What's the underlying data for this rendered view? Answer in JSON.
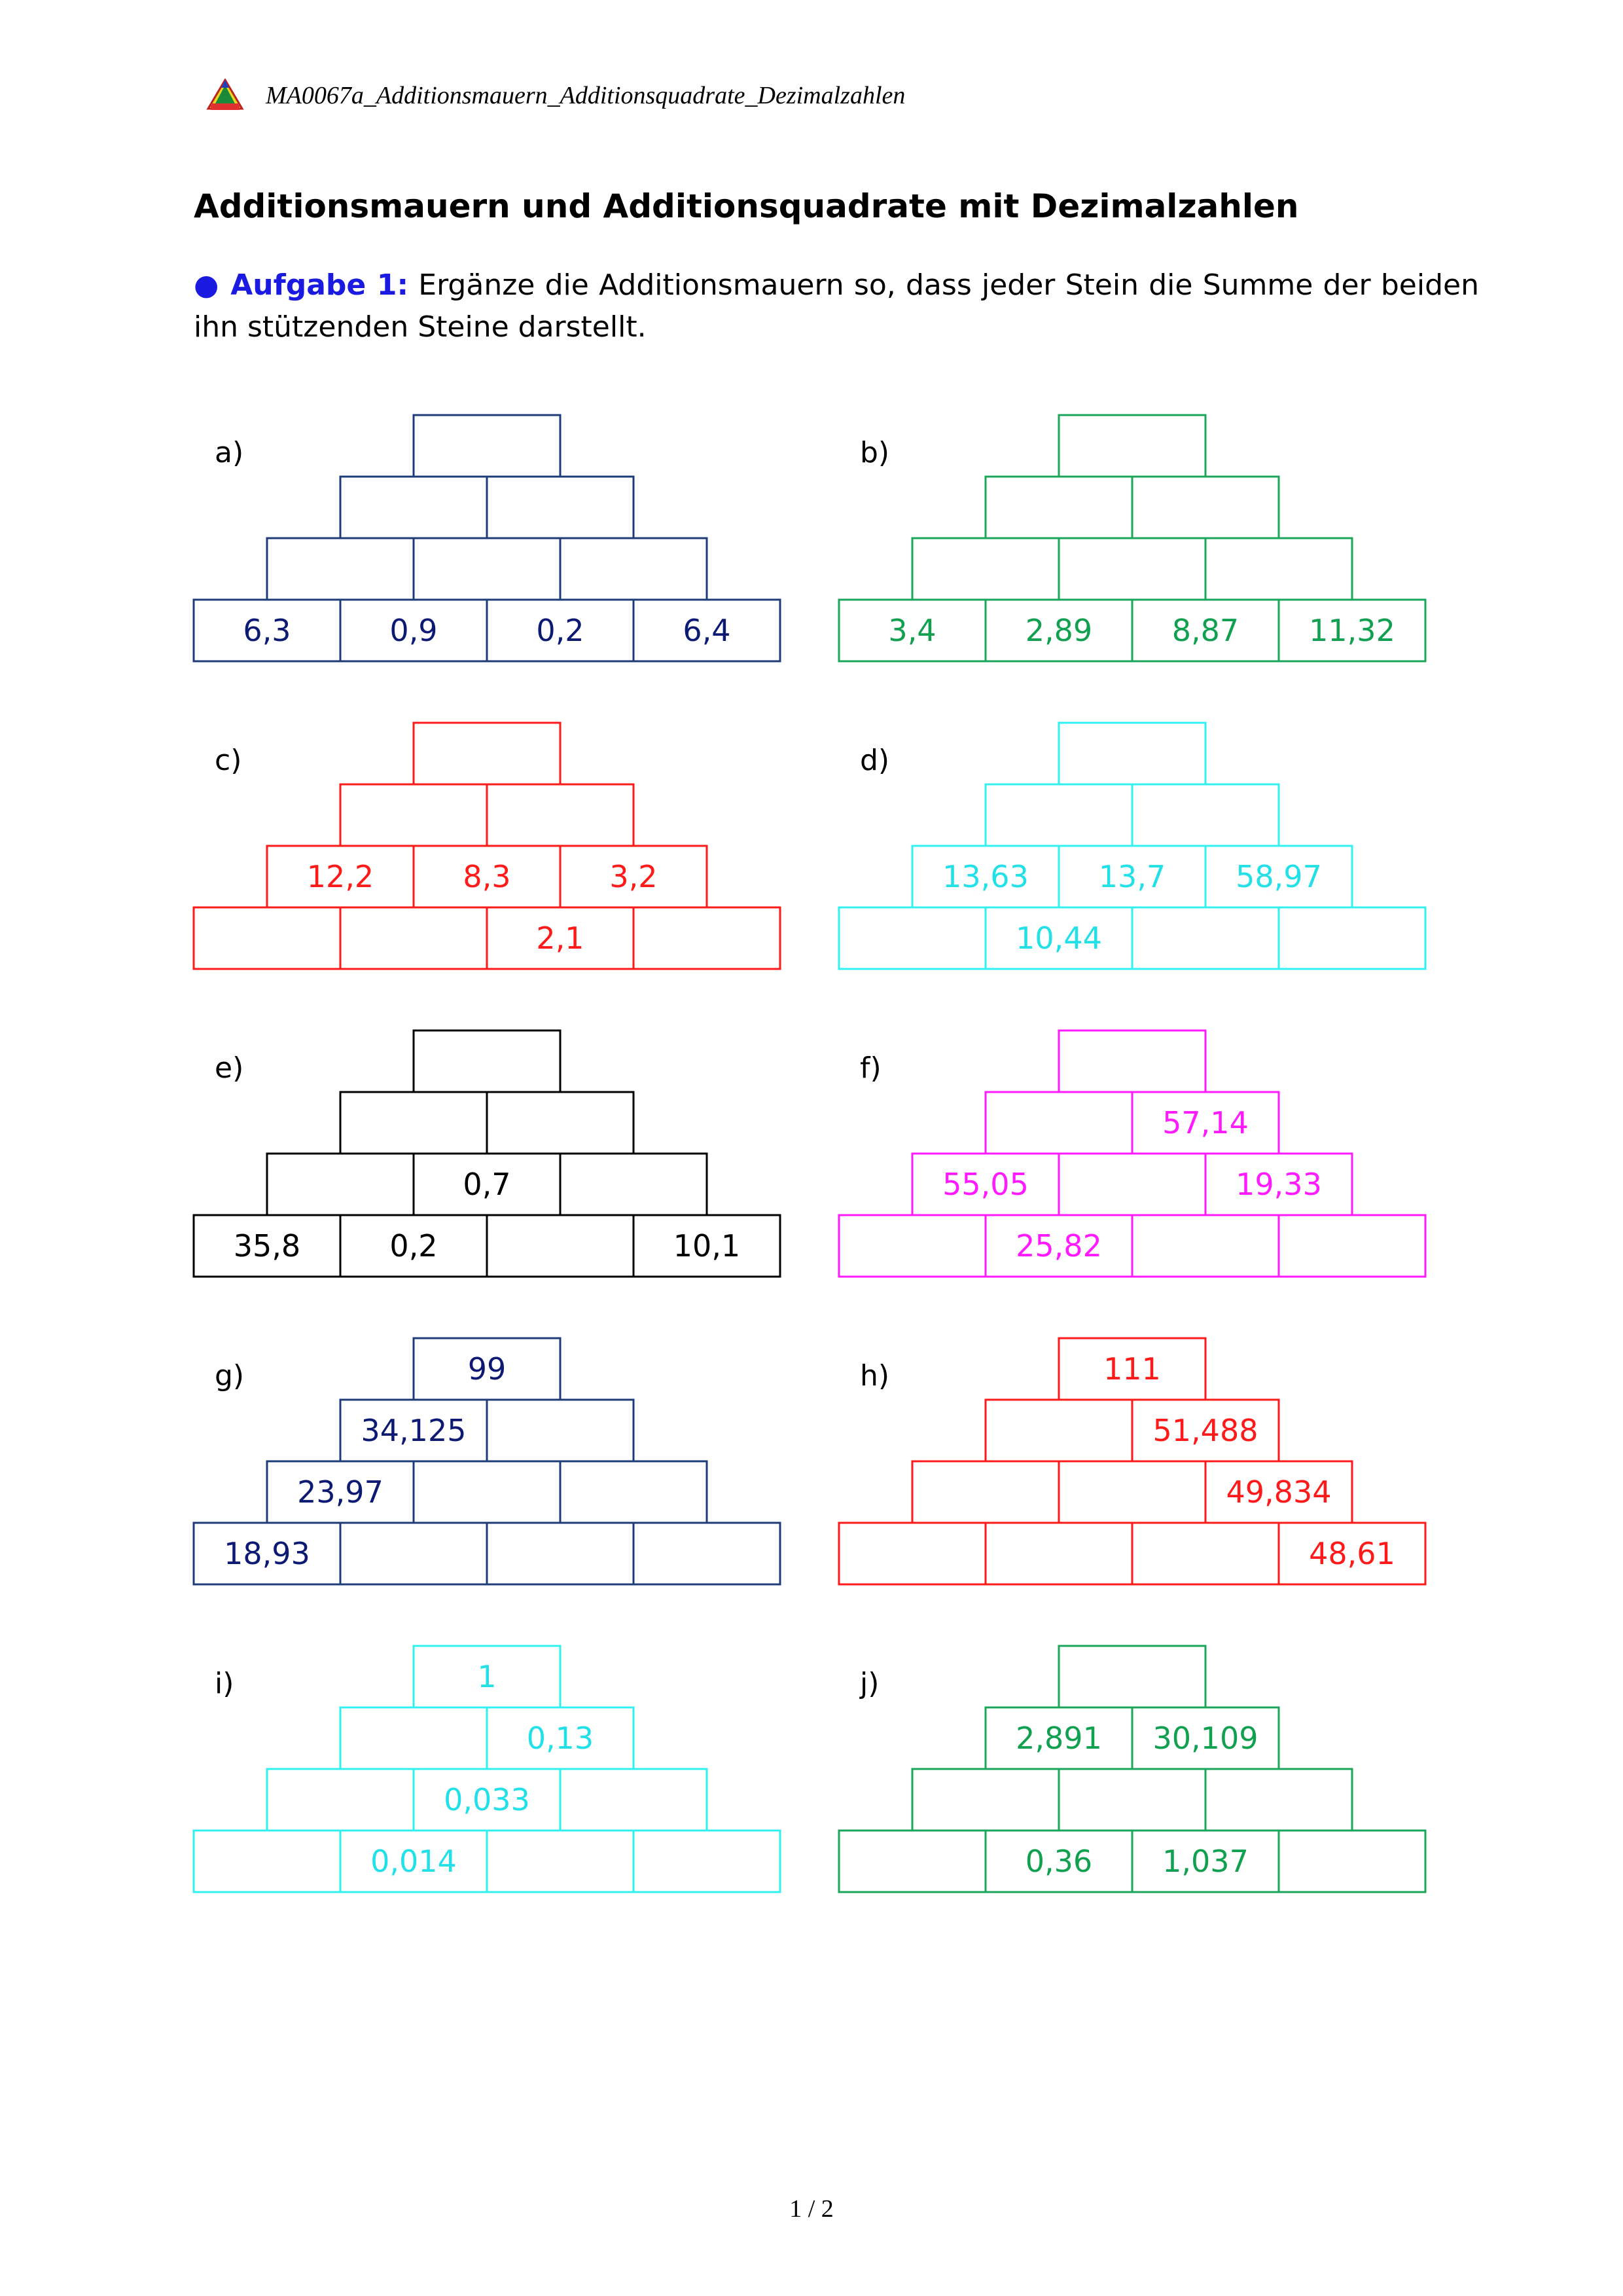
{
  "header": {
    "code": "MA0067a_Additionsmauern_Additionsquadrate_Dezimalzahlen",
    "logo_icon": "pyramid-logo-icon"
  },
  "title": "Additionsmauern und Additionsquadrate mit Dezimalzahlen",
  "task": {
    "label": "● Aufgabe 1:",
    "text": " Ergänze die Additionsmauern so, dass jeder Stein die Summe der beiden ihn stützenden Steine darstellt."
  },
  "walls": [
    {
      "label": "a)",
      "color": "#1f3b78",
      "text_color": "#0d1a73",
      "rows": [
        [
          "6,3",
          "0,9",
          "0,2",
          "6,4"
        ],
        [
          "",
          "",
          ""
        ],
        [
          "",
          ""
        ],
        [
          ""
        ]
      ]
    },
    {
      "label": "b)",
      "color": "#1aa55a",
      "text_color": "#10a050",
      "rows": [
        [
          "3,4",
          "2,89",
          "8,87",
          "11,32"
        ],
        [
          "",
          "",
          ""
        ],
        [
          "",
          ""
        ],
        [
          ""
        ]
      ]
    },
    {
      "label": "c)",
      "color": "#ff1a1a",
      "text_color": "#ff1a1a",
      "rows": [
        [
          "",
          "",
          "2,1",
          ""
        ],
        [
          "12,2",
          "8,3",
          "3,2"
        ],
        [
          "",
          ""
        ],
        [
          ""
        ]
      ]
    },
    {
      "label": "d)",
      "color": "#33f0f0",
      "text_color": "#22e0e8",
      "rows": [
        [
          "",
          "10,44",
          "",
          ""
        ],
        [
          "13,63",
          "13,7",
          "58,97"
        ],
        [
          "",
          ""
        ],
        [
          ""
        ]
      ]
    },
    {
      "label": "e)",
      "color": "#000000",
      "text_color": "#000000",
      "rows": [
        [
          "35,8",
          "0,2",
          "",
          "10,1"
        ],
        [
          "",
          "0,7",
          ""
        ],
        [
          "",
          ""
        ],
        [
          ""
        ]
      ]
    },
    {
      "label": "f)",
      "color": "#ff1aff",
      "text_color": "#ff1aff",
      "rows": [
        [
          "",
          "25,82",
          "",
          ""
        ],
        [
          "55,05",
          "",
          "19,33"
        ],
        [
          "",
          "57,14"
        ],
        [
          ""
        ]
      ]
    },
    {
      "label": "g)",
      "color": "#1f3b78",
      "text_color": "#0d1a73",
      "rows": [
        [
          "18,93",
          "",
          "",
          ""
        ],
        [
          "23,97",
          "",
          ""
        ],
        [
          "34,125",
          ""
        ],
        [
          "99"
        ]
      ]
    },
    {
      "label": "h)",
      "color": "#ff1a1a",
      "text_color": "#ff1a1a",
      "rows": [
        [
          "",
          "",
          "",
          "48,61"
        ],
        [
          "",
          "",
          "49,834"
        ],
        [
          "",
          "51,488"
        ],
        [
          "111"
        ]
      ]
    },
    {
      "label": "i)",
      "color": "#33f0f0",
      "text_color": "#22e0e8",
      "rows": [
        [
          "",
          "0,014",
          "",
          ""
        ],
        [
          "",
          "0,033",
          ""
        ],
        [
          "",
          "0,13"
        ],
        [
          "1"
        ]
      ]
    },
    {
      "label": "j)",
      "color": "#1aa55a",
      "text_color": "#10a050",
      "rows": [
        [
          "",
          "0,36",
          "1,037",
          ""
        ],
        [
          "",
          "",
          ""
        ],
        [
          "2,891",
          "30,109"
        ],
        [
          ""
        ]
      ]
    }
  ],
  "footer": {
    "page": "1 / 2"
  }
}
